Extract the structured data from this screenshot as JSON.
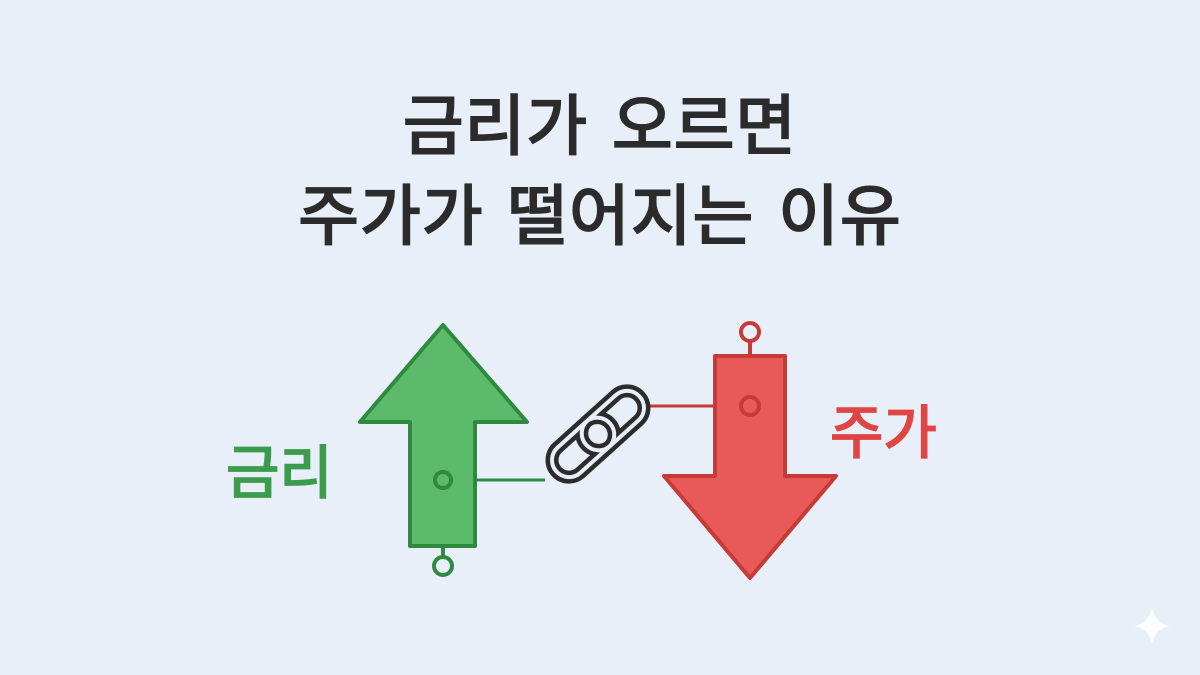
{
  "title": {
    "line1": "금리가 오르면",
    "line2": "주가가 떨어지는 이유"
  },
  "labels": {
    "interest_rate": "금리",
    "stock_price": "주가"
  },
  "icons": {
    "up_arrow": "arrow-up-icon",
    "down_arrow": "arrow-down-icon",
    "link": "chain-link-icon",
    "corner": "sparkle-icon"
  },
  "colors": {
    "background": "#e8eff8",
    "title": "#2b2b2b",
    "up_fill": "#5cbb6a",
    "up_stroke": "#2f8a40",
    "up_label": "#3b9c4e",
    "down_fill": "#e85a57",
    "down_stroke": "#c63a38",
    "down_label": "#df4543",
    "chain": "#2c2c2c"
  }
}
